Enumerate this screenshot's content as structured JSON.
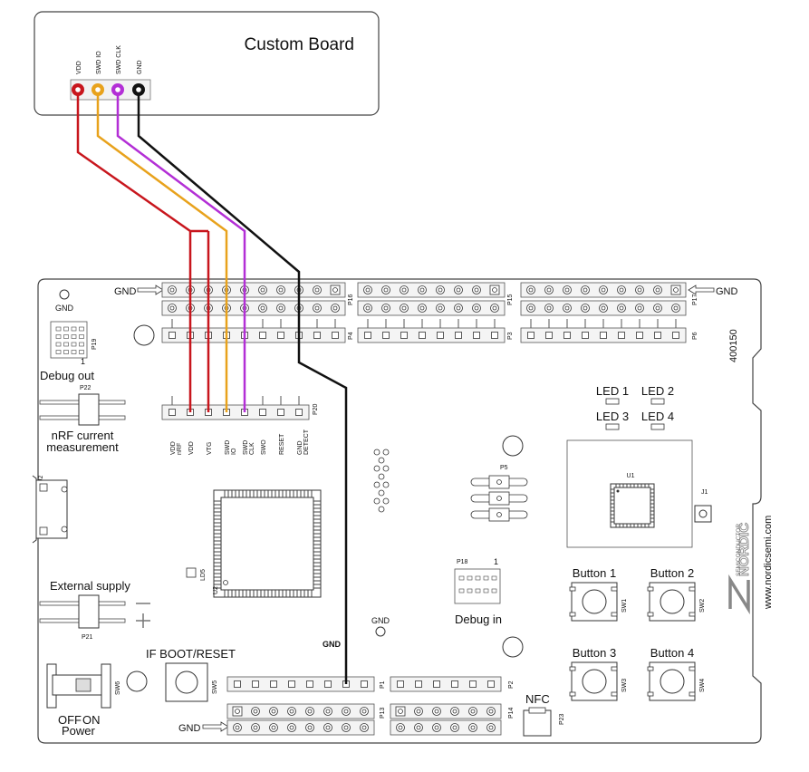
{
  "custom_board": {
    "title": "Custom Board",
    "pins": [
      {
        "label": "VDD",
        "color": "#c8161d"
      },
      {
        "label": "SWD IO",
        "color": "#e8a21c"
      },
      {
        "label": "SWD CLK",
        "color": "#b32fd6"
      },
      {
        "label": "GND",
        "color": "#111111"
      }
    ]
  },
  "wire_colors": {
    "vdd": "#c8161d",
    "swdio": "#e8a21c",
    "swdclk": "#b32fd6",
    "gnd": "#111111"
  },
  "board": {
    "gnd_top_left": "GND",
    "gnd_top_right": "GND",
    "gnd_bottom": "GND",
    "gnd_wire_label": "GND",
    "gnd_pad_top": "GND",
    "gnd_pad_mid": "GND",
    "serial": "400150",
    "website": "www.nordicsemi.com",
    "brand": "NORDIC",
    "brand_sub": "SEMICONDUCTOR",
    "header_labels": {
      "p16": "P16",
      "p15": "P15",
      "p17": "P17",
      "p4": "P4",
      "p3": "P3",
      "p6": "P6",
      "p19": "P19",
      "p19_pin": "1",
      "p22": "P22",
      "p20": "P20",
      "p1": "P1",
      "p2": "P2",
      "p13": "P13",
      "p14": "P14",
      "p5": "P5",
      "p18": "P18",
      "p18_pin": "1",
      "p21": "P21",
      "p23": "P23",
      "j2": "J2",
      "j1": "J1",
      "u1": "U1",
      "u2": "U2",
      "ld5": "LD5"
    },
    "debug_out": "Debug out",
    "debug_in": "Debug in",
    "nrf_current": "nRF current",
    "measurement": "measurement",
    "external_supply": "External supply",
    "if_boot_reset": "IF BOOT/RESET",
    "power": "Power",
    "off": "OFF",
    "on": "ON",
    "nfc": "NFC",
    "sw5": "SW5",
    "sw6": "SW6",
    "p20_pins": [
      "VDD nRF",
      "VDD",
      "VTG",
      "SWD IO",
      "SWD CLK",
      "SWO",
      "RESET",
      "GND DETECT"
    ],
    "leds": [
      "LED 1",
      "LED 2",
      "LED 3",
      "LED 4"
    ],
    "buttons": [
      {
        "label": "Button 1",
        "sw": "SW1"
      },
      {
        "label": "Button 2",
        "sw": "SW2"
      },
      {
        "label": "Button 3",
        "sw": "SW3"
      },
      {
        "label": "Button 4",
        "sw": "SW4"
      }
    ]
  }
}
